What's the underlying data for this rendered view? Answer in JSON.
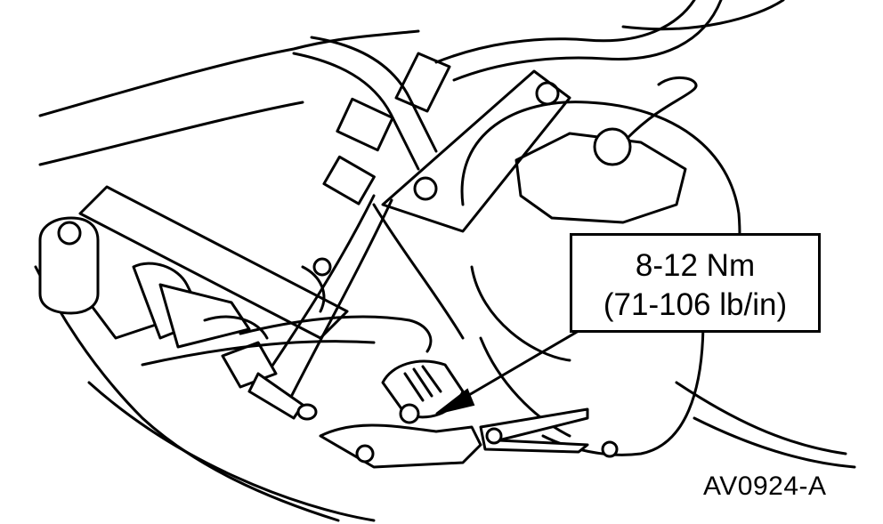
{
  "callout": {
    "torque_nm": "8-12 Nm",
    "torque_lbin": "(71-106 lb/in)"
  },
  "figure_id": "AV0924-A",
  "colors": {
    "ink": "#000000",
    "paper": "#ffffff"
  }
}
